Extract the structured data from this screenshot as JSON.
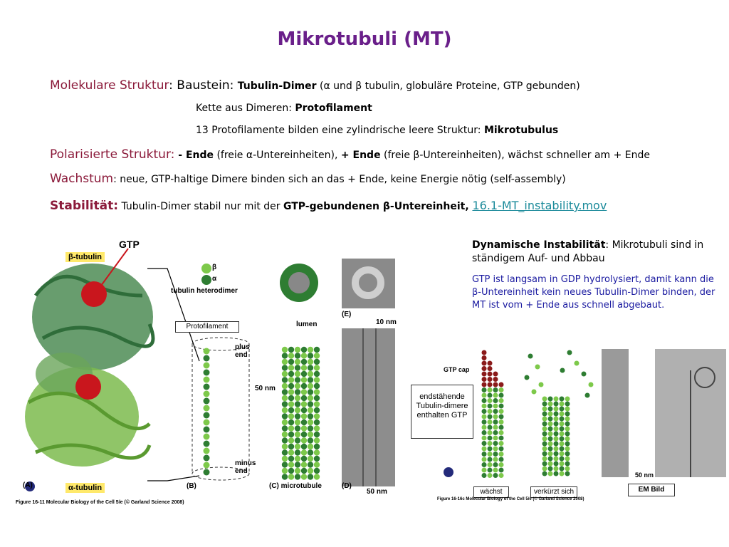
{
  "title": "Mikrotubuli (MT)",
  "lines": {
    "l1_label": "Molekulare Struktur",
    "l1_sep": ": Baustein: ",
    "l1_bold": "Tubulin-Dimer",
    "l1_rest": " (α und β tubulin, globuläre Proteine, GTP gebunden)",
    "l2_text": "Kette aus Dimeren: ",
    "l2_bold": "Protofilament",
    "l3_text": "13 Protofilamente bilden eine zylindrische leere Struktur: ",
    "l3_bold": "Mikrotubulus",
    "l4_label": "Polarisierte Struktur:",
    "l4_bold1": " - Ende",
    "l4_t1": " (freie α-Untereinheiten), ",
    "l4_bold2": "+ Ende",
    "l4_t2": " (freie β-Untereinheiten), wächst schneller am + Ende",
    "l5_label": "Wachstum",
    "l5_text": ": neue, GTP-haltige Dimere binden sich an das + Ende, keine Energie nötig (self-assembly)",
    "l6_label": "Stabilität:",
    "l6_text": " Tubulin-Dimer stabil nur mit der ",
    "l6_bold": "GTP-gebundenen β-Untereinheit,",
    "l6_link": "16.1-MT_instability.mov"
  },
  "figure_left": {
    "gtp": "GTP",
    "beta_tubulin": "β-tubulin",
    "alpha_tubulin": "α-tubulin",
    "beta": "β",
    "alpha": "α",
    "heterodimer": "tubulin heterodimer",
    "protofilament": "Protofilament",
    "plus_end": "plus end",
    "minus_end": "minus end",
    "lumen": "lumen",
    "scale_50nm": "50 nm",
    "scale_10nm": "10 nm",
    "scale_50nm_b": "50 nm",
    "label_a": "(A)",
    "label_b": "(B)",
    "label_c": "(C) microtubule",
    "label_d": "(D)",
    "label_e": "(E)",
    "caption": "Figure 16-11 Molecular Biology of the Cell 5/e (© Garland Science 2008)"
  },
  "figure_right": {
    "dyn_label": "Dynamische Instabilität",
    "dyn_text": ": Mikrotubuli sind in ständigem Auf- und Abbau",
    "dyn_body": "GTP ist langsam in GDP hydrolysiert, damit kann die β-Untereinheit kein neues Tubulin-Dimer binden, der MT ist vom + Ende aus schnell abgebaut.",
    "gtp_cap": "GTP cap",
    "endbox": "endstähende Tubulin-dimere enthalten GTP",
    "waechst": "wächst",
    "verkuerzt": "verkürzt sich",
    "em_bild": "EM Bild",
    "scale_50nm": "50 nm",
    "caption": "Figure 16-16c Molecular Biology of the Cell 5/e (© Garland Science 2008)"
  }
}
